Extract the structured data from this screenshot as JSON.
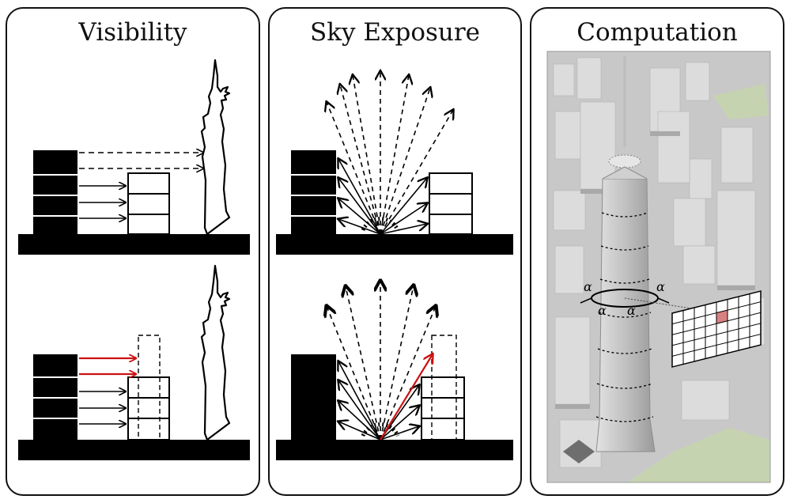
{
  "panels": [
    {
      "title": "Visibility"
    },
    {
      "title": "Sky Exposure"
    },
    {
      "title": "Computation"
    }
  ],
  "computation": {
    "angle_symbol": "α"
  },
  "colors": {
    "highlight_arrow": "#cc1111",
    "ink": "#000000",
    "building_gray": "#c9c9c9",
    "park_green": "#c6d3b0",
    "grid_cell_highlight": "#d98080"
  }
}
